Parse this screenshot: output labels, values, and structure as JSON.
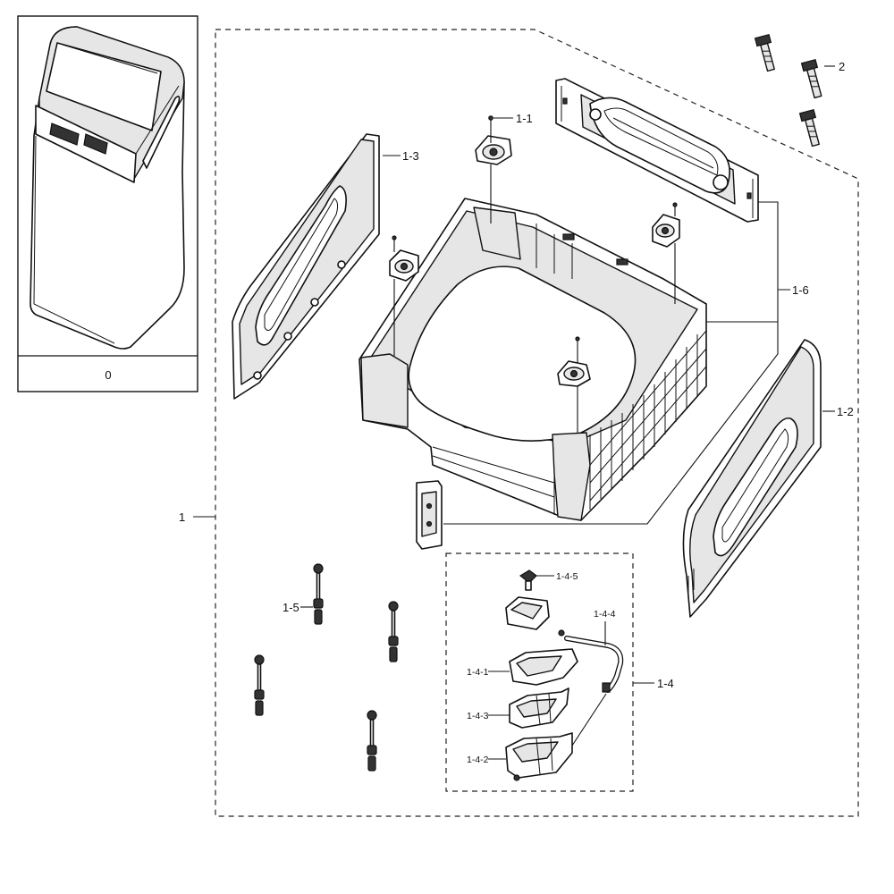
{
  "inset": {
    "label": "0"
  },
  "callouts": {
    "assembly": "1",
    "part_1_1": "1-1",
    "part_1_2": "1-2",
    "part_1_3": "1-3",
    "part_1_4": "1-4",
    "part_1_4_1": "1-4-1",
    "part_1_4_2": "1-4-2",
    "part_1_4_3": "1-4-3",
    "part_1_4_4": "1-4-4",
    "part_1_4_5": "1-4-5",
    "part_1_5": "1-5",
    "part_1_6": "1-6",
    "part_2": "2"
  }
}
